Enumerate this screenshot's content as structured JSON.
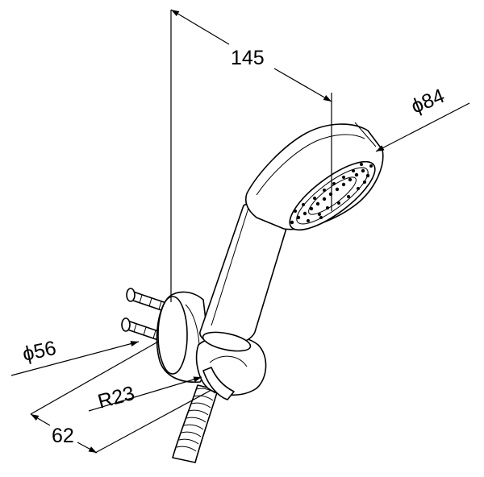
{
  "drawing": {
    "dimensions": {
      "length_label": "145",
      "head_diameter_label": "ϕ84",
      "bracket_diameter_label": "ϕ56",
      "radius_label": "R23",
      "depth_label": "62"
    }
  }
}
